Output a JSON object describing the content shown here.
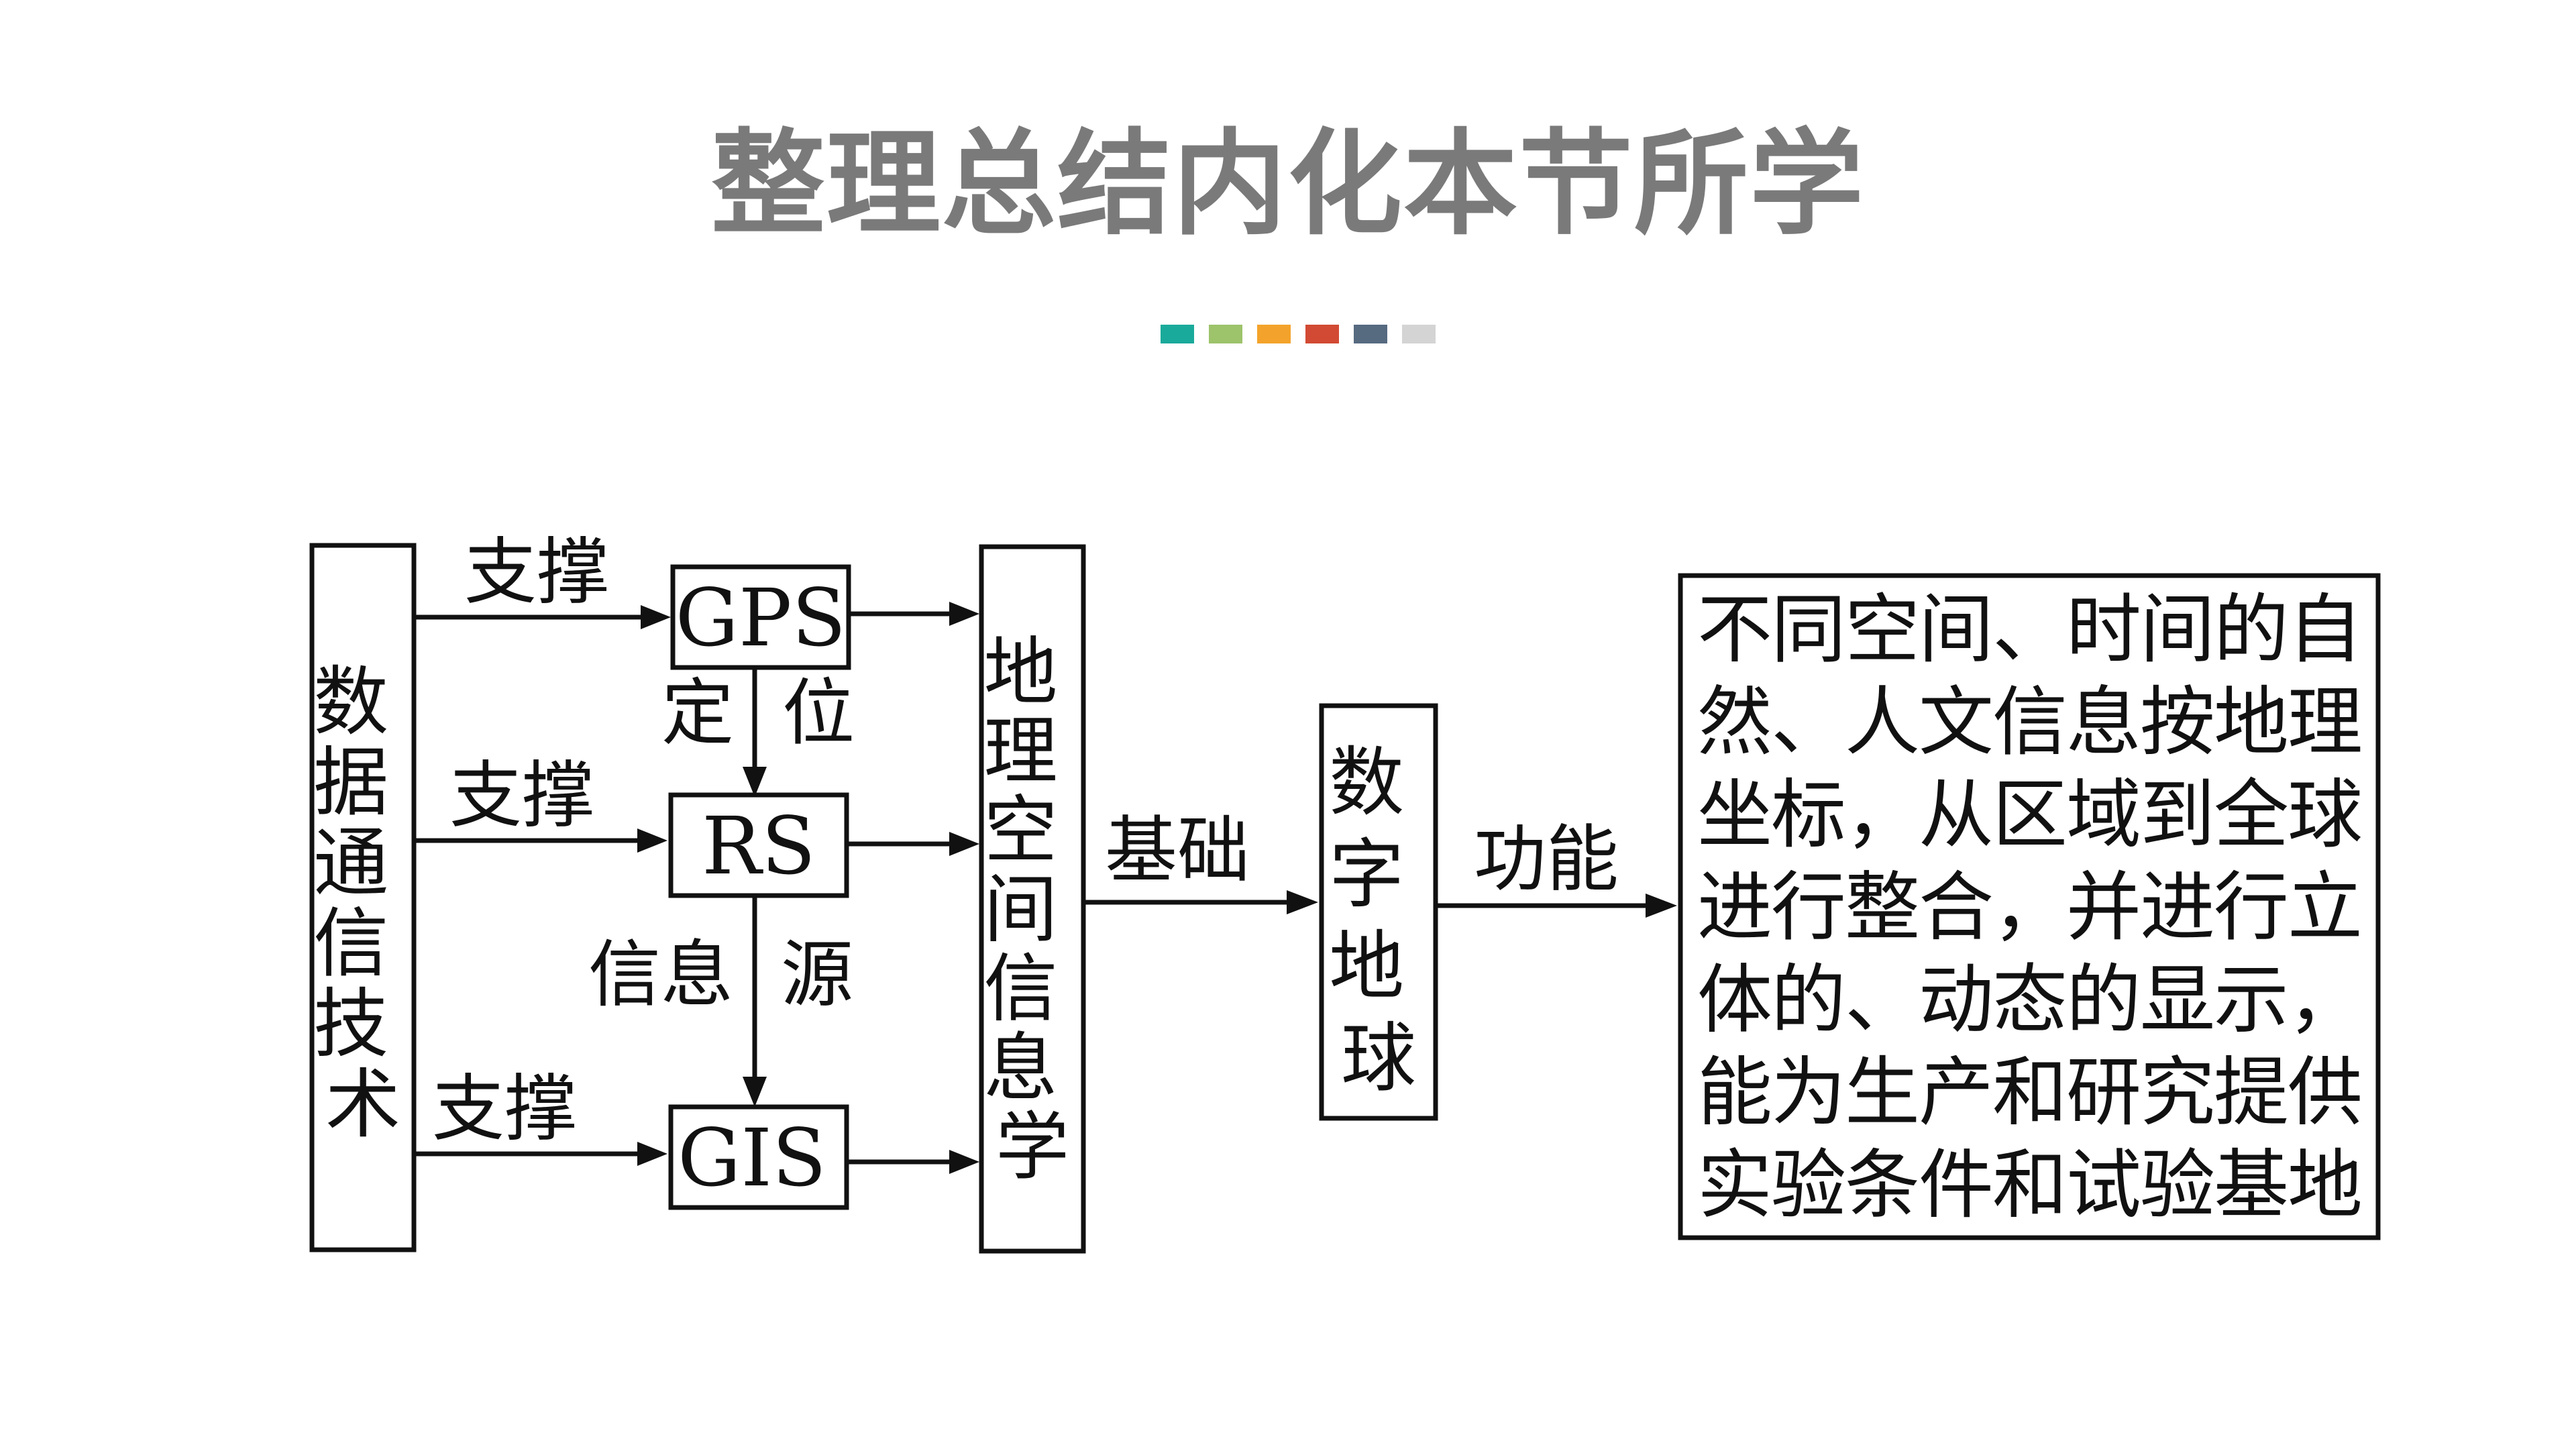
{
  "title": "整理总结内化本节所学",
  "swatch_colors": [
    "#1aaa9b",
    "#9dc36b",
    "#f3a32b",
    "#d24a33",
    "#566a80",
    "#d4d4d4"
  ],
  "diagram": {
    "left_box": "数据通信技术",
    "support_label": "支撑",
    "gps": "GPS",
    "rs": "RS",
    "gis": "GIS",
    "positioning_label_1": "定",
    "positioning_label_2": "位",
    "info_label_1": "信息",
    "info_label_2": "源",
    "middle_box": "地理空间信息学",
    "base_label": "基础",
    "digital_earth": "数字地球",
    "function_label": "功能",
    "description": "不同空间、时间的自然、人文信息按地理坐标，从区域到全球进行整合，并进行立体的、动态的显示，能为生产和研究提供实验条件和试验基地"
  }
}
